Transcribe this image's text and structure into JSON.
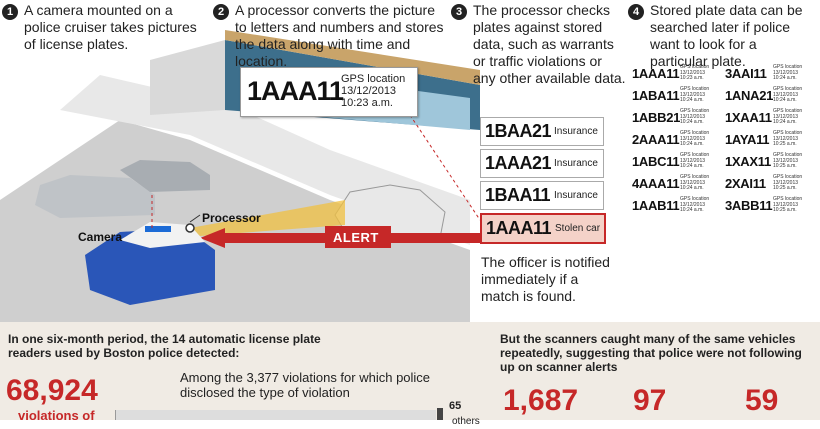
{
  "steps": [
    {
      "num": "1",
      "text": "A camera mounted on a police cruiser takes pictures of license plates."
    },
    {
      "num": "2",
      "text": "A processor converts the picture to letters and numbers and stores the data along with time and location."
    },
    {
      "num": "3",
      "text": "The processor checks plates against stored data, such as warrants or traffic violations or any other available data."
    },
    {
      "num": "4",
      "text": "Stored plate data can be searched later if police want to look for a particular plate."
    }
  ],
  "callout": {
    "plate": "1AAA11",
    "gps": "GPS location",
    "date": "13/12/2013",
    "time": "10:23 a.m."
  },
  "checks": [
    {
      "plate": "1BAA21",
      "status": "Insurance"
    },
    {
      "plate": "1AAA21",
      "status": "Insurance"
    },
    {
      "plate": "1BAA11",
      "status": "Insurance"
    },
    {
      "plate": "1AAA11",
      "status": "Stolen car"
    }
  ],
  "notified": "The officer is notified immediately if a match is found.",
  "labels": {
    "processor": "Processor",
    "camera": "Camera",
    "alert": "ALERT"
  },
  "database": [
    {
      "plate": "1AAA11",
      "gps": "GPS location",
      "date": "13/12/2013",
      "time": "10:23 a.m."
    },
    {
      "plate": "3AAI11",
      "gps": "GPS location",
      "date": "13/12/2013",
      "time": "10:24 a.m."
    },
    {
      "plate": "1ABA11",
      "gps": "GPS location",
      "date": "13/12/2013",
      "time": "10:24 a.m."
    },
    {
      "plate": "1ANA21",
      "gps": "GPS location",
      "date": "13/12/2013",
      "time": "10:24 a.m."
    },
    {
      "plate": "1ABB21",
      "gps": "GPS location",
      "date": "13/12/2013",
      "time": "10:24 a.m."
    },
    {
      "plate": "1XAA11",
      "gps": "GPS location",
      "date": "13/12/2013",
      "time": "10:24 a.m."
    },
    {
      "plate": "2AAA11",
      "gps": "GPS location",
      "date": "13/12/2013",
      "time": "10:24 a.m."
    },
    {
      "plate": "1AYA11",
      "gps": "GPS location",
      "date": "13/12/2013",
      "time": "10:25 a.m."
    },
    {
      "plate": "1ABC11",
      "gps": "GPS location",
      "date": "13/12/2013",
      "time": "10:24 a.m."
    },
    {
      "plate": "1XAX11",
      "gps": "GPS location",
      "date": "13/12/2013",
      "time": "10:25 a.m."
    },
    {
      "plate": "4AAA11",
      "gps": "GPS location",
      "date": "13/12/2013",
      "time": "10:24 a.m."
    },
    {
      "plate": "2XAI11",
      "gps": "GPS location",
      "date": "13/12/2013",
      "time": "10:25 a.m."
    },
    {
      "plate": "1AAB11",
      "gps": "GPS location",
      "date": "13/12/2013",
      "time": "10:24 a.m."
    },
    {
      "plate": "3ABB11",
      "gps": "GPS location",
      "date": "13/12/2013",
      "time": "10:25 a.m."
    }
  ],
  "bottom": {
    "left_heading": "In one six-month period, the 14 automatic license plate readers used by Boston police detected:",
    "big_number": "68,924",
    "big_caption": "violations of",
    "mid_text": "Among the 3,377 violations for which police disclosed the type of violation",
    "bar_value": "65",
    "bar_caption": "others",
    "right_heading": "But the scanners caught many of the same vehicles repeatedly, suggesting that police were not following up on scanner alerts",
    "stats": [
      "1,687",
      "97",
      "59"
    ]
  },
  "colors": {
    "accent": "#c62828",
    "bottom_bg": "#f0ebe4",
    "hit_bg": "#f4d2c8"
  }
}
